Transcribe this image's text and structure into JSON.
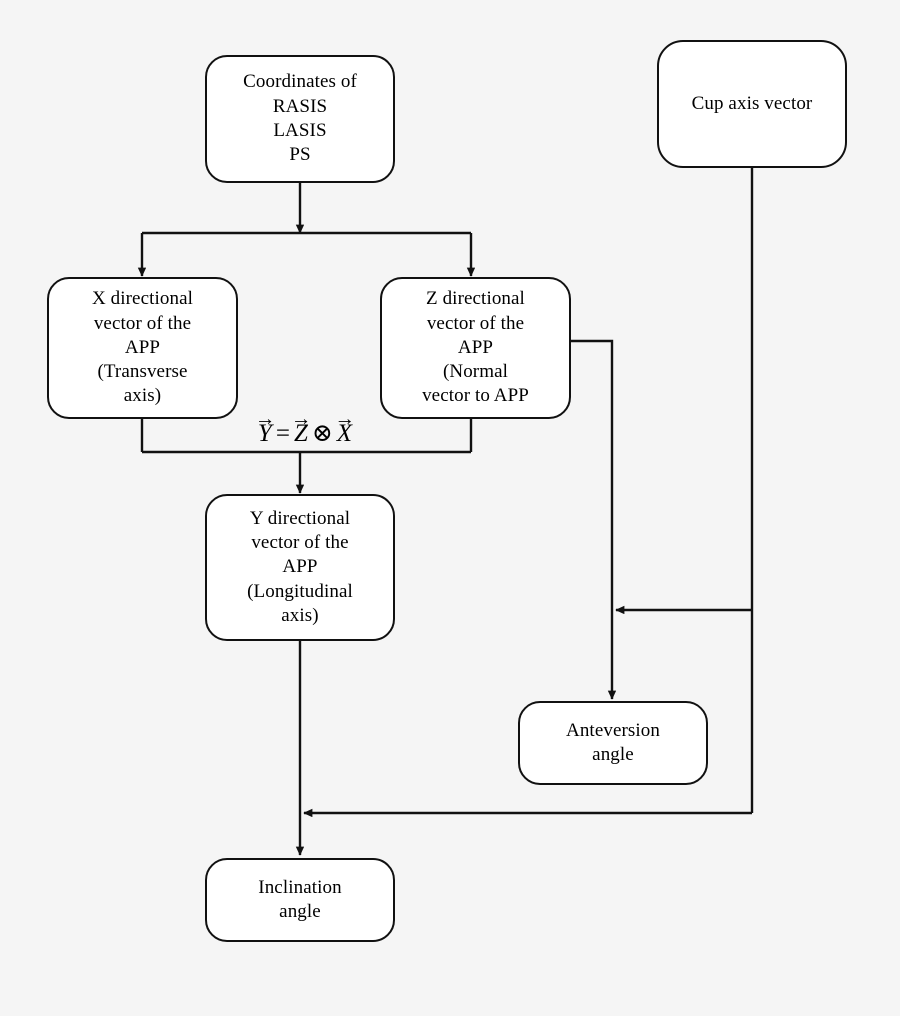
{
  "diagram": {
    "title": "Acetabular cup orientation computation flowchart",
    "background_color": "#f5f5f5",
    "box_fill": "#ffffff",
    "line_color": "#111111",
    "nodes": {
      "coordinates": "Coordinates of\nRASIS\nLASIS\nPS",
      "cup_axis_vector": "Cup axis vector",
      "x_vector": "X directional\nvector of the\nAPP\n(Transverse\naxis)",
      "z_vector": "Z directional\nvector of the\nAPP\n(Normal\nvector to APP",
      "y_vector": "Y directional\nvector of the\nAPP\n(Longitudinal\naxis)",
      "anteversion_angle": "Anteversion\nangle",
      "inclination_angle": "Inclination\nangle"
    },
    "formula": {
      "lhs": "Y",
      "equals": "=",
      "rhs_first": "Z",
      "operator": "⊗",
      "rhs_second": "X",
      "vector_mark": "→",
      "plain": "Y = Z ⊗ X"
    }
  }
}
